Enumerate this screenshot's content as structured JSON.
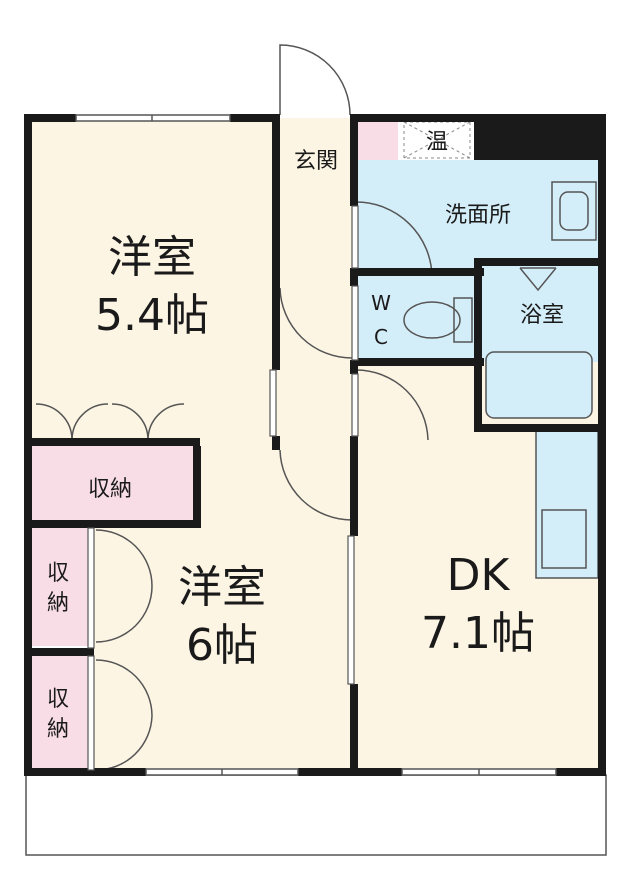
{
  "rooms": {
    "western1": {
      "name": "洋室",
      "size": "5.4帖"
    },
    "western2": {
      "name": "洋室",
      "size": "6帖"
    },
    "dk": {
      "name": "DK",
      "size": "7.1帖"
    },
    "storage_top": {
      "label": "収納"
    },
    "storage_mid": {
      "label": [
        "収",
        "納"
      ]
    },
    "storage_bot": {
      "label": [
        "収",
        "納"
      ]
    },
    "entrance": {
      "label": "玄関"
    },
    "washroom": {
      "label": "洗面所"
    },
    "bath": {
      "label": "浴室"
    },
    "wc": {
      "label": [
        "W",
        "C"
      ]
    },
    "water_heater": {
      "label": "温"
    }
  },
  "colors": {
    "room_fill": "#fdf5e4",
    "wet_fill": "#d4eef9",
    "storage_fill": "#f8dde6",
    "wall": "#1a1a1a",
    "line": "#555555"
  }
}
